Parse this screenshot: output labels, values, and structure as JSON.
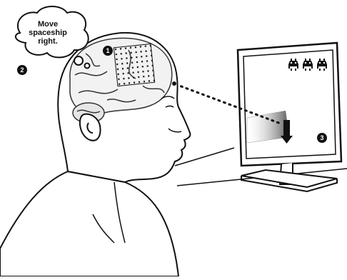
{
  "thought": {
    "text": "Move spaceship right."
  },
  "markers": [
    {
      "id": "implant",
      "label": "1"
    },
    {
      "id": "thought",
      "label": "2"
    },
    {
      "id": "screen",
      "label": "3"
    }
  ],
  "monitor": {
    "enemy_count": 3
  },
  "colors": {
    "ink": "#111111",
    "paper": "#ffffff",
    "screen": "#ffffff"
  }
}
